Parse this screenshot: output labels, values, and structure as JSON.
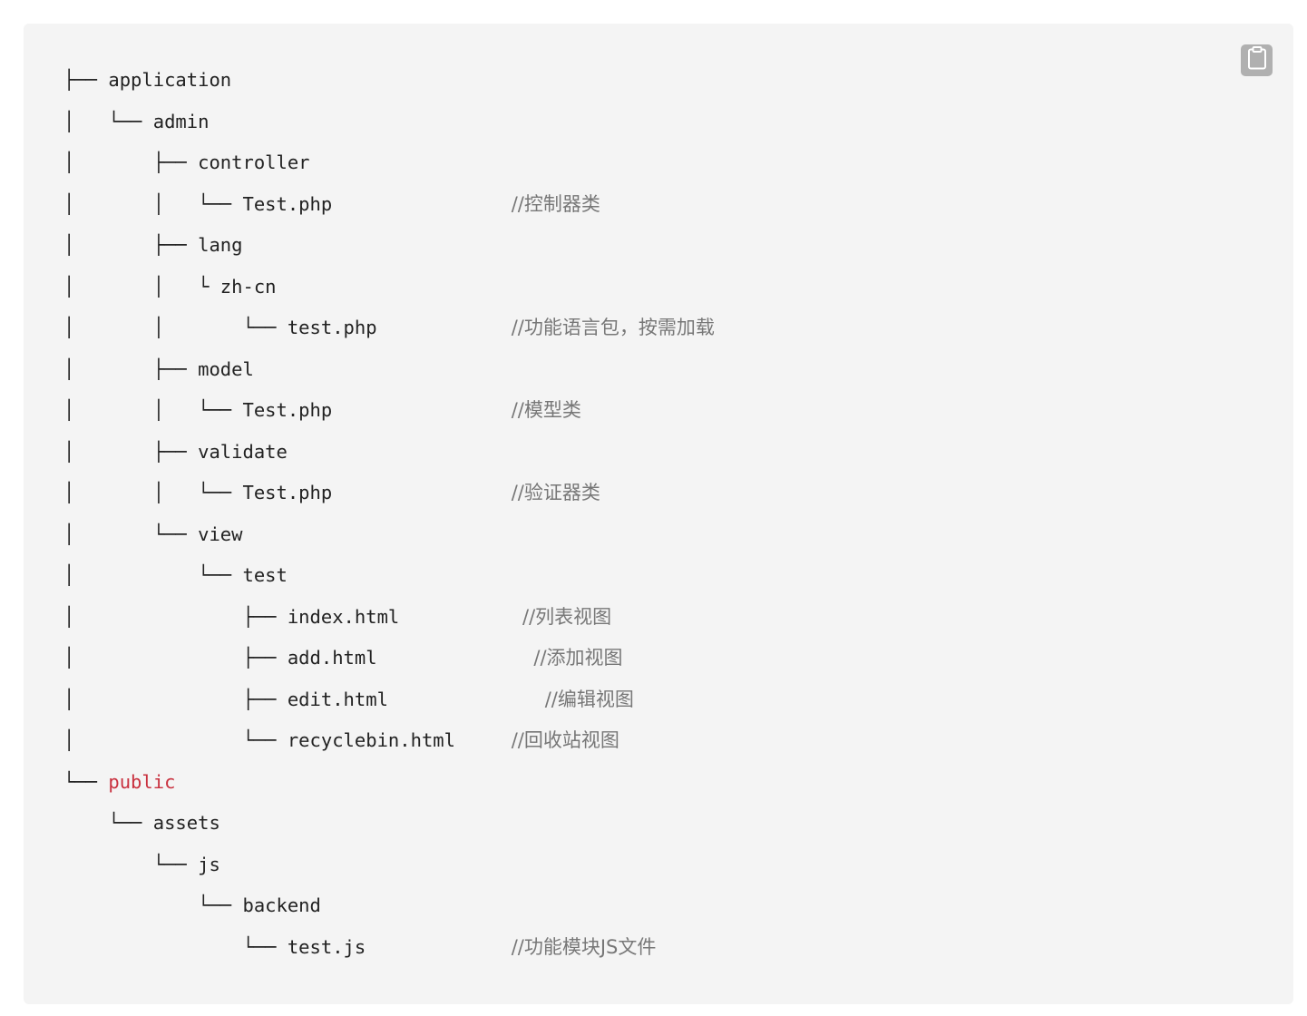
{
  "copy_button": {
    "icon": "clipboard-icon"
  },
  "colors": {
    "background": "#f4f4f4",
    "text": "#222222",
    "comment": "#777777",
    "keyword": "#c9303e"
  },
  "lines": [
    {
      "path": "├── application",
      "comment": ""
    },
    {
      "path": "│   └── admin",
      "comment": ""
    },
    {
      "path": "│       ├── controller",
      "comment": ""
    },
    {
      "path": "│       │   └── Test.php                ",
      "comment": "//控制器类"
    },
    {
      "path": "│       ├── lang",
      "comment": ""
    },
    {
      "path": "│       │   └ zh-cn",
      "comment": ""
    },
    {
      "path": "│       │       └── test.php            ",
      "comment": "//功能语言包，按需加载"
    },
    {
      "path": "│       ├── model",
      "comment": ""
    },
    {
      "path": "│       │   └── Test.php                ",
      "comment": "//模型类"
    },
    {
      "path": "│       ├── validate",
      "comment": ""
    },
    {
      "path": "│       │   └── Test.php                ",
      "comment": "//验证器类"
    },
    {
      "path": "│       └── view",
      "comment": ""
    },
    {
      "path": "│           └── test",
      "comment": ""
    },
    {
      "path": "│               ├── index.html           ",
      "comment": "//列表视图"
    },
    {
      "path": "│               ├── add.html              ",
      "comment": "//添加视图"
    },
    {
      "path": "│               ├── edit.html              ",
      "comment": "//编辑视图"
    },
    {
      "path": "│               └── recyclebin.html     ",
      "comment": "//回收站视图"
    },
    {
      "path_prefix": "└── ",
      "path_keyword": "public",
      "comment": ""
    },
    {
      "path": "    └── assets",
      "comment": ""
    },
    {
      "path": "        └── js",
      "comment": ""
    },
    {
      "path": "            └── backend",
      "comment": ""
    },
    {
      "path": "                └── test.js             ",
      "comment": "//功能模块JS文件"
    }
  ]
}
